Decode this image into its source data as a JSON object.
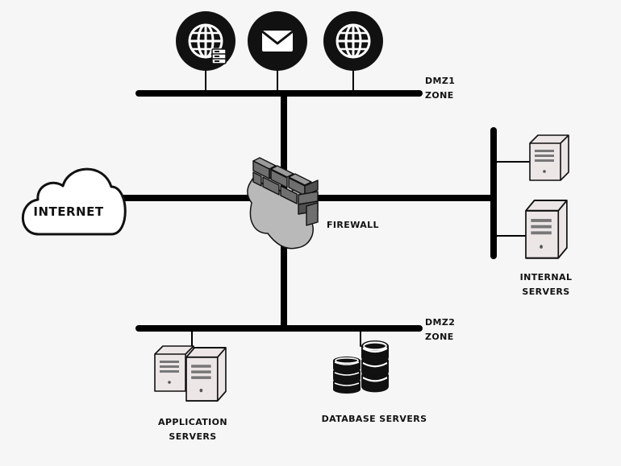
{
  "labels": {
    "internet": "INTERNET",
    "firewall": "FIREWALL",
    "dmz1": [
      "DMZ1",
      "ZONE"
    ],
    "dmz2": [
      "DMZ2",
      "ZONE"
    ],
    "internal_servers": [
      "INTERNAL",
      "SERVERS"
    ],
    "application_servers": [
      "APPLICATION",
      "SERVERS"
    ],
    "database_servers": "DATABASE SERVERS"
  },
  "icons": {
    "dmz1_services": [
      "globe-server-icon",
      "mail-envelope-icon",
      "globe-icon"
    ],
    "firewall": "firewall-brick-wall-icon",
    "internet": "cloud-icon",
    "internal": [
      "server-tower-icon",
      "server-tower-icon"
    ],
    "application": [
      "server-tower-icon",
      "server-tower-icon"
    ],
    "database": [
      "database-stack-icon",
      "database-stack-icon"
    ]
  },
  "colors": {
    "line": "#000000",
    "background": "#f6f6f6",
    "server_fill": "#ece6e6",
    "brick_fill": "#6f6f6f",
    "flame_fill": "#b9b9b9"
  }
}
